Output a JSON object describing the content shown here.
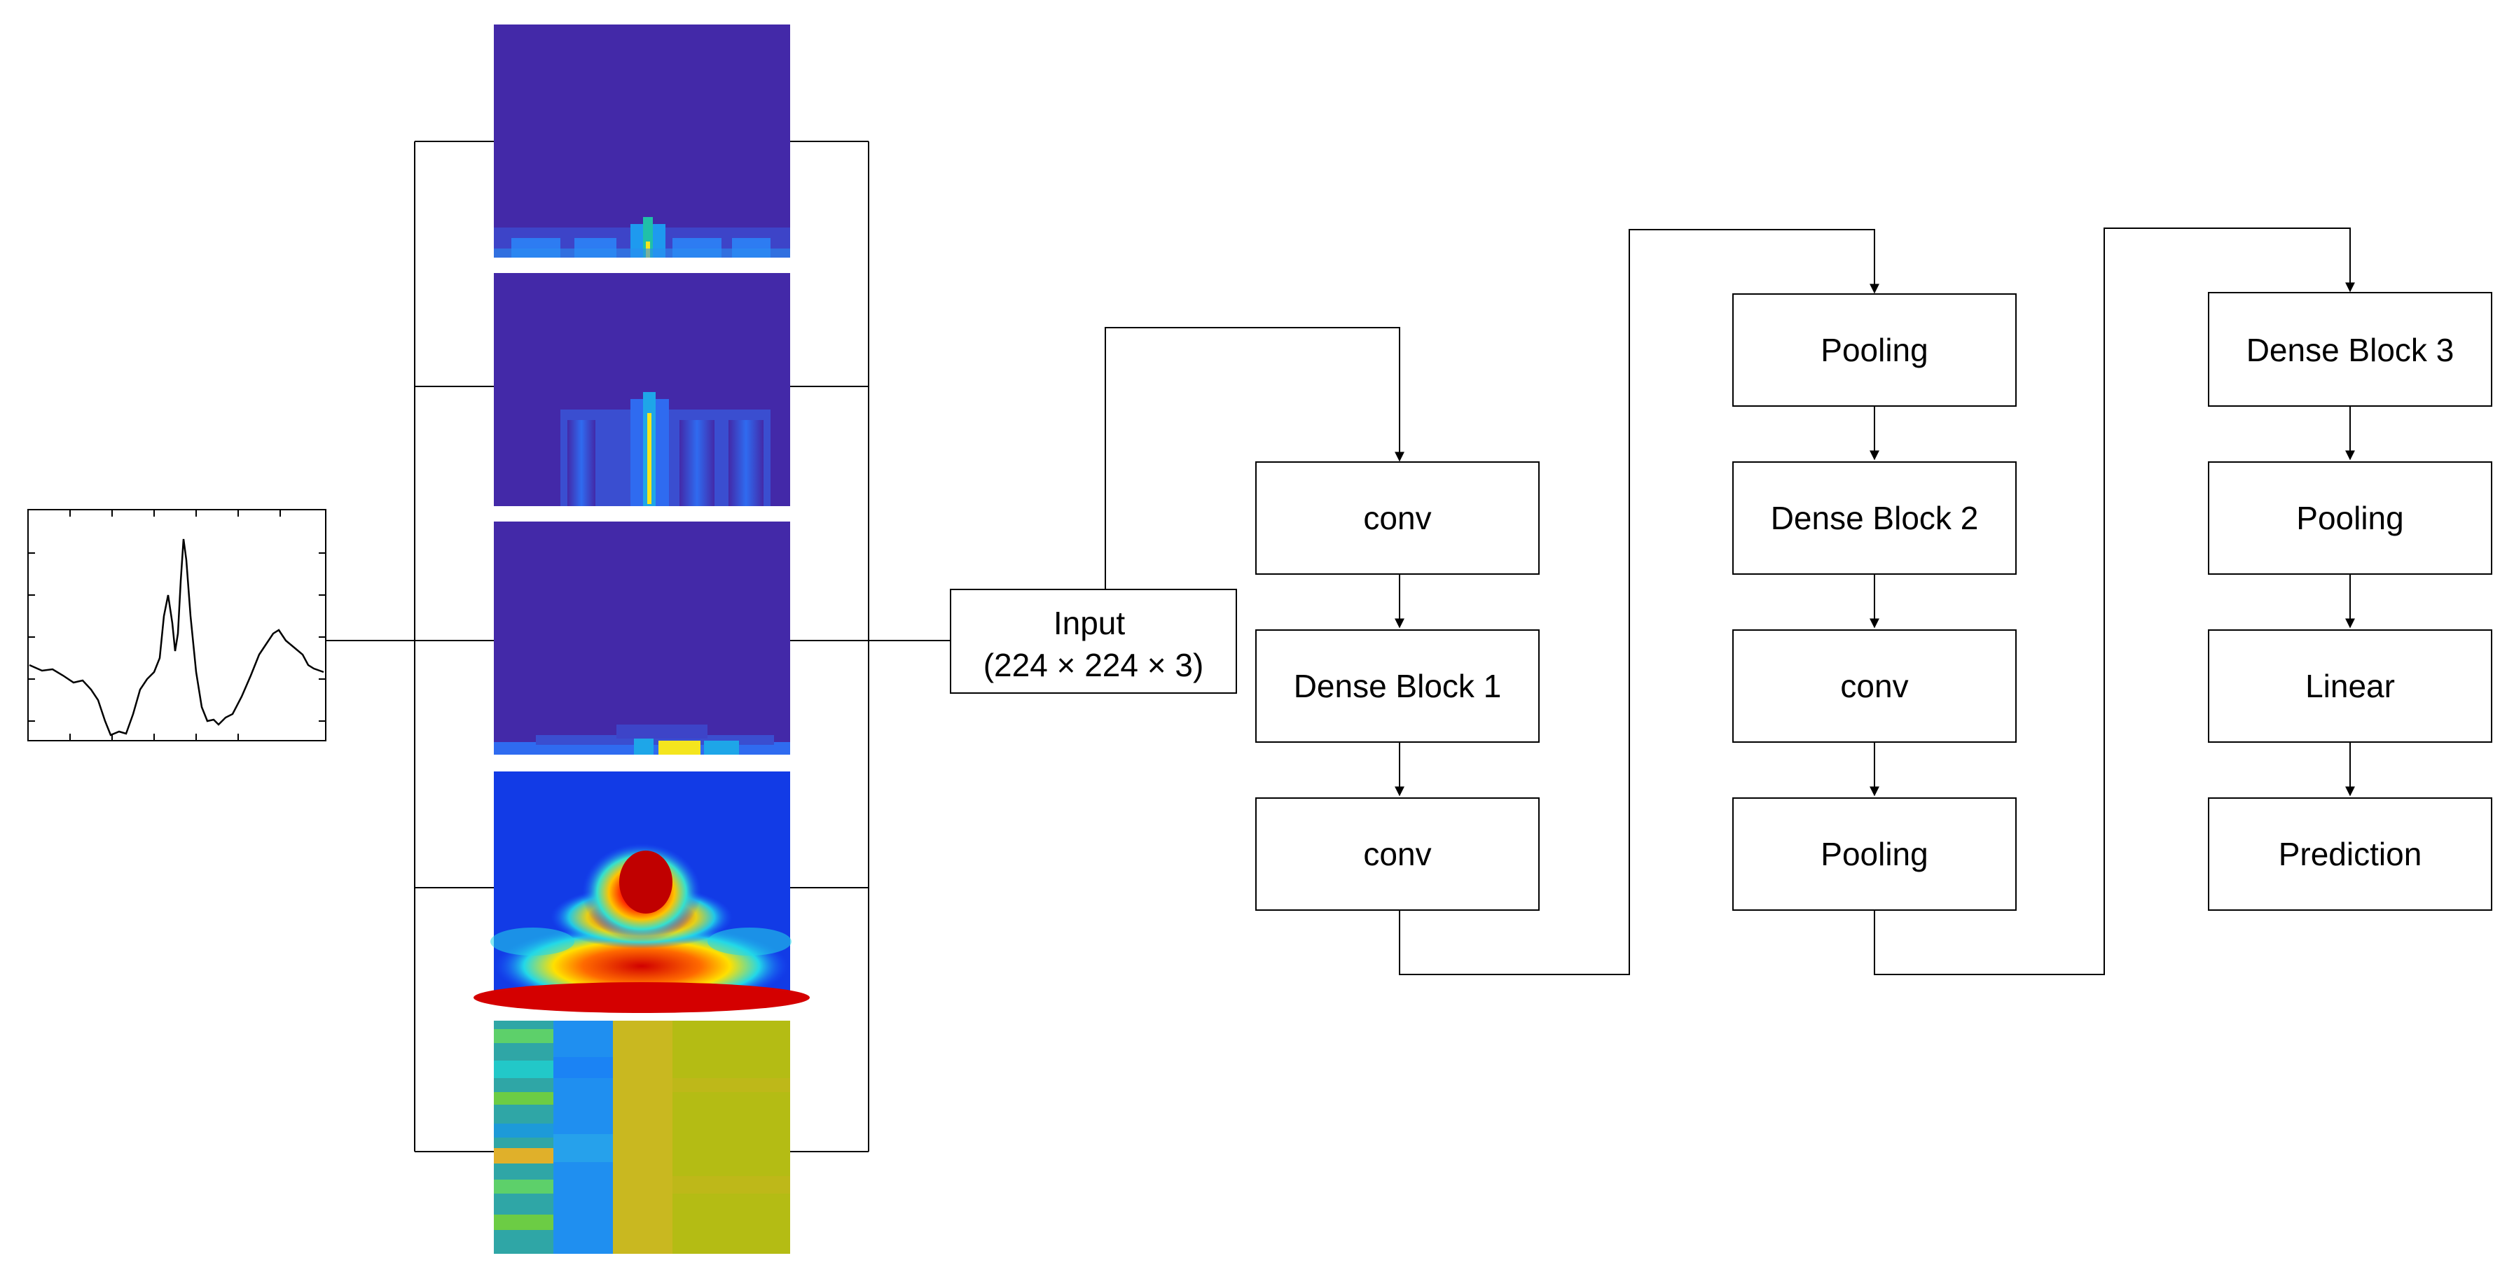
{
  "input_box": {
    "line1": "Input",
    "line2": "(224 × 224 × 3)"
  },
  "columns": [
    {
      "blocks": [
        "conv",
        "Dense Block 1",
        "conv"
      ]
    },
    {
      "blocks": [
        "Pooling",
        "Dense Block 2",
        "conv",
        "Pooling"
      ]
    },
    {
      "blocks": [
        "Dense Block 3",
        "Pooling",
        "Linear",
        "Prediction"
      ]
    }
  ],
  "colors": {
    "line": "#000000",
    "box_fill": "#ffffff",
    "scalogram_background": "#4329a8",
    "jet_red": "#d40000",
    "viridis_yellow": "#f4e51e",
    "panel_gray": "#c2c2c2"
  },
  "image_panels": [
    {
      "kind": "signal-plot",
      "icon": "ecg-waveform"
    },
    {
      "kind": "time-frequency-map-1"
    },
    {
      "kind": "time-frequency-map-2"
    },
    {
      "kind": "time-frequency-map-3"
    },
    {
      "kind": "wavelet-scalogram-jet"
    },
    {
      "kind": "feature-stripes"
    }
  ]
}
